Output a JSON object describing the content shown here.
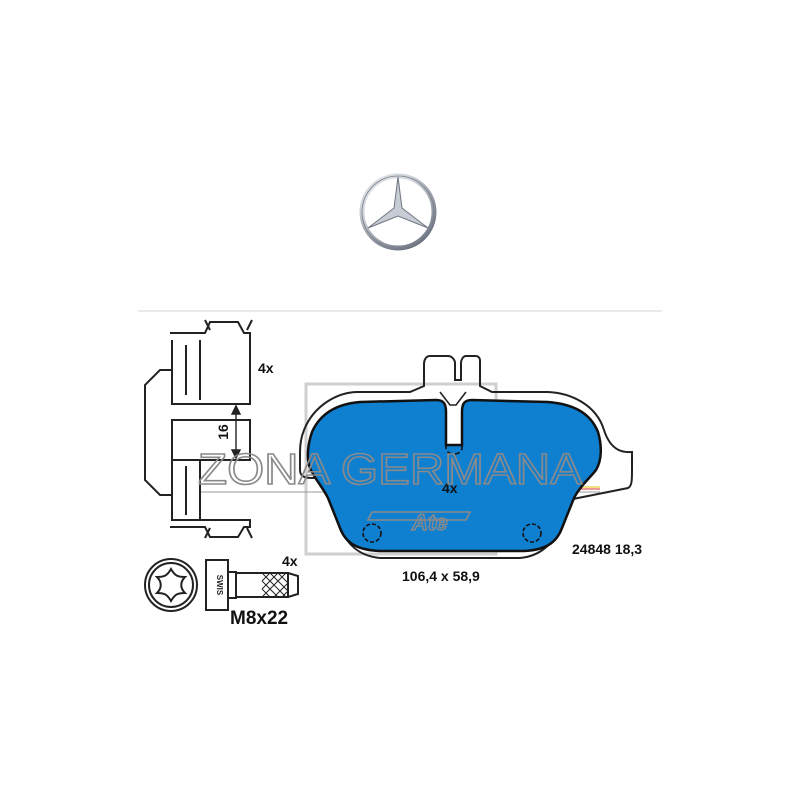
{
  "brand": {
    "logo": "mercedes-star-logo",
    "watermark_text": "ZONA GERMANA",
    "ate_logo_text": "Ate"
  },
  "clip_view": {
    "quantity": "4x",
    "dimension": "16"
  },
  "pad_view": {
    "quantity": "4x",
    "size": "106,4 x 58,9",
    "part_number": "24848 18,3"
  },
  "bolt_view": {
    "quantity": "4x",
    "thread": "M8x22",
    "head_marking": "SWIS"
  },
  "colors": {
    "friction_material": "#0f7fd0",
    "outline": "#222222",
    "watermark": "#8a8a8a"
  }
}
